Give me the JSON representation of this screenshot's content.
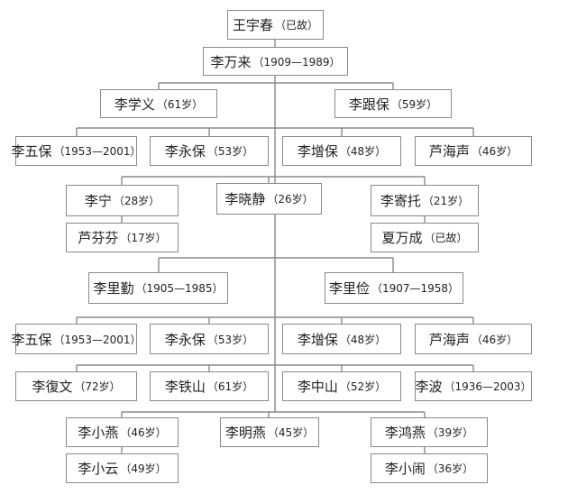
{
  "nodes": [
    {
      "id": "n1",
      "name": "王宇春",
      "age": "（已故）"
    },
    {
      "id": "n2",
      "name": "李万来",
      "age": "（1909—1989）"
    },
    {
      "id": "n3",
      "name": "李学义",
      "age": "（61岁）"
    },
    {
      "id": "n4",
      "name": "李跟保",
      "age": "（59岁）"
    },
    {
      "id": "n5",
      "name": "李五保",
      "age": "（1953—2001）"
    },
    {
      "id": "n6",
      "name": "李永保",
      "age": "（53岁）"
    },
    {
      "id": "n7",
      "name": "李增保",
      "age": "（48岁）"
    },
    {
      "id": "n8",
      "name": "芦海声",
      "age": "（46岁）"
    },
    {
      "id": "n9",
      "name": "李宁",
      "age": "（28岁）"
    },
    {
      "id": "n10",
      "name": "李晓静",
      "age": "（26岁）"
    },
    {
      "id": "n11",
      "name": "李寄托",
      "age": "（21岁）"
    },
    {
      "id": "n12",
      "name": "芦芬芬",
      "age": "（17岁）"
    },
    {
      "id": "n13",
      "name": "夏万成",
      "age": "（已故）"
    },
    {
      "id": "n14",
      "name": "李里勤",
      "age": "（1905—1985）"
    },
    {
      "id": "n15",
      "name": "李里俭",
      "age": "（1907—1958）"
    },
    {
      "id": "n16",
      "name": "李五保",
      "age": "（1953—2001）"
    },
    {
      "id": "n17",
      "name": "李永保",
      "age": "（53岁）"
    },
    {
      "id": "n18",
      "name": "李增保",
      "age": "（48岁）"
    },
    {
      "id": "n19",
      "name": "芦海声",
      "age": "（46岁）"
    },
    {
      "id": "n20",
      "name": "李復文",
      "age": "（72岁）"
    },
    {
      "id": "n21",
      "name": "李铁山",
      "age": "（61岁）"
    },
    {
      "id": "n22",
      "name": "李中山",
      "age": "（52岁）"
    },
    {
      "id": "n23",
      "name": "李波",
      "age": "（1936—2003）"
    },
    {
      "id": "n24",
      "name": "李小燕",
      "age": "（46岁）"
    },
    {
      "id": "n25",
      "name": "李明燕",
      "age": "（45岁）"
    },
    {
      "id": "n26",
      "name": "李鸿燕",
      "age": "（39岁）"
    },
    {
      "id": "n27",
      "name": "李小云",
      "age": "（49岁）"
    },
    {
      "id": "n28",
      "name": "李小闹",
      "age": "（36岁）"
    }
  ],
  "edges": [
    [
      "n1",
      "n2"
    ],
    [
      "n2",
      "n3"
    ],
    [
      "n2",
      "n4"
    ],
    [
      "n3",
      "n5"
    ],
    [
      "n3",
      "n6"
    ],
    [
      "n3",
      "n7"
    ],
    [
      "n3",
      "n8"
    ],
    [
      "n5",
      "n9"
    ],
    [
      "n5",
      "n10"
    ],
    [
      "n5",
      "n11"
    ],
    [
      "n9",
      "n12"
    ],
    [
      "n11",
      "n13"
    ],
    [
      "n14",
      "n16"
    ],
    [
      "n14",
      "n17"
    ],
    [
      "n14",
      "n18"
    ],
    [
      "n14",
      "n19"
    ],
    [
      "n15",
      "n16"
    ],
    [
      "n15",
      "n17"
    ],
    [
      "n15",
      "n18"
    ],
    [
      "n15",
      "n19"
    ],
    [
      "n16",
      "n20"
    ],
    [
      "n16",
      "n21"
    ],
    [
      "n16",
      "n22"
    ],
    [
      "n16",
      "n23"
    ],
    [
      "n20",
      "n24"
    ],
    [
      "n20",
      "n25"
    ],
    [
      "n20",
      "n26"
    ],
    [
      "n24",
      "n27"
    ],
    [
      "n26",
      "n28"
    ]
  ],
  "colors": {
    "border": "#8a8a8a",
    "text": "#222222",
    "background": "#ffffff"
  }
}
